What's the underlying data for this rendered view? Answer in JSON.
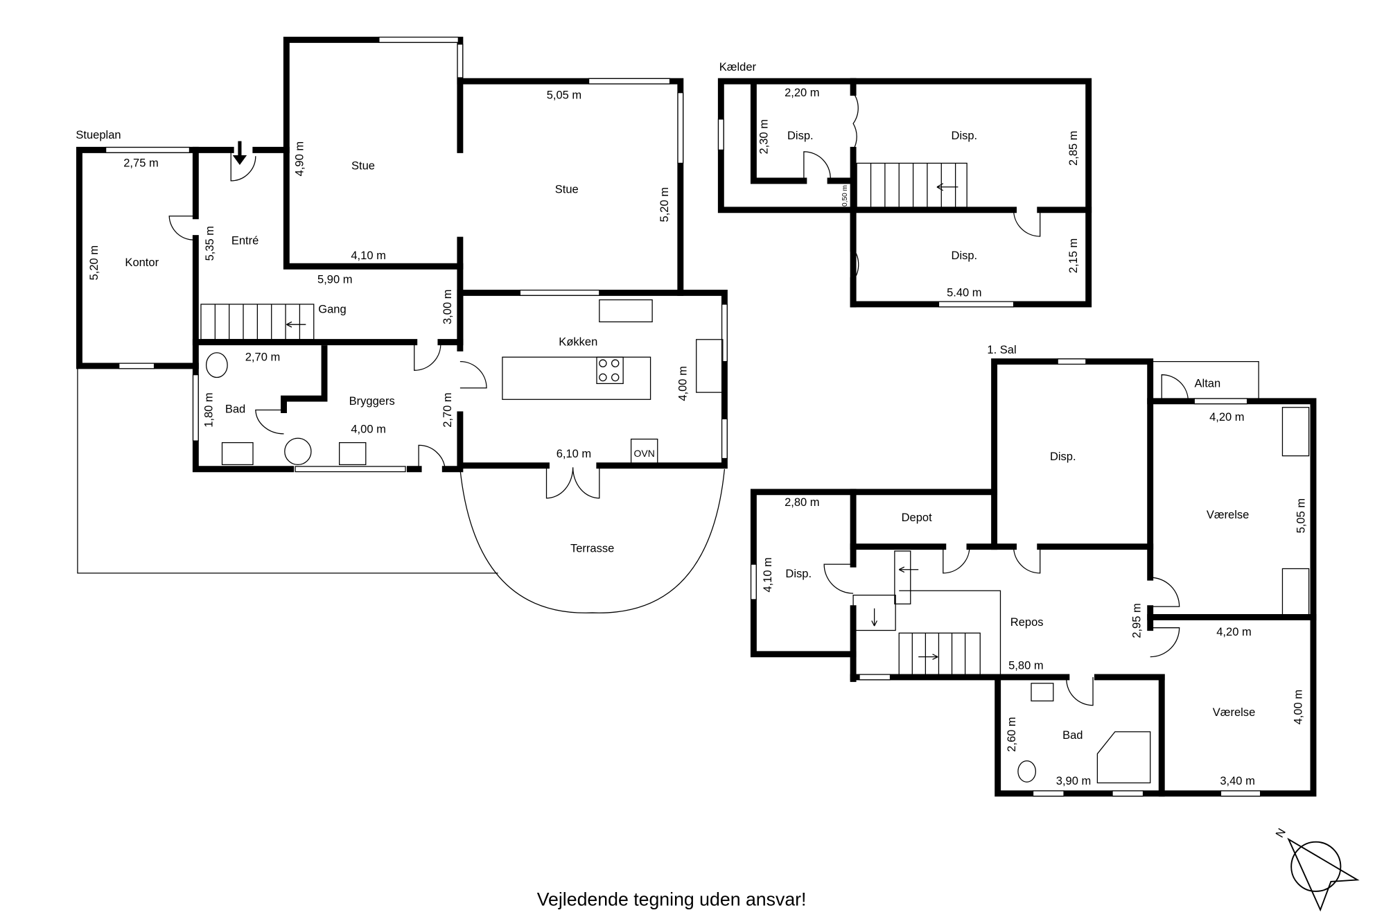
{
  "plans": {
    "stueplan": {
      "title": "Stueplan",
      "rooms": {
        "kontor": "Kontor",
        "entre": "Entré",
        "stue1": "Stue",
        "stue2": "Stue",
        "gang": "Gang",
        "bad": "Bad",
        "bryggers": "Bryggers",
        "kokken": "Køkken",
        "terrasse": "Terrasse",
        "ovn": "OVN"
      },
      "dims": {
        "kontor_w": "2,75 m",
        "kontor_h": "5,20 m",
        "entre_h": "5,35 m",
        "stue1_h": "4,90 m",
        "stue1_w": "4,10 m",
        "stue2_w": "5,05 m",
        "stue2_h": "5,20 m",
        "gang_w": "5,90 m",
        "gang_h": "3,00 m",
        "bad_w": "2,70 m",
        "bad_h": "1,80 m",
        "bryggers_w": "4,00 m",
        "bryggers_h": "2,70 m",
        "kokken_h": "4,00 m",
        "kokken_w": "6,10 m"
      }
    },
    "kaelder": {
      "title": "Kælder",
      "rooms": {
        "disp1": "Disp.",
        "disp2": "Disp.",
        "disp3": "Disp."
      },
      "dims": {
        "d1_w": "2,20 m",
        "d1_h": "2,30 m",
        "d2_h": "2,85 m",
        "d3_h": "2,15 m",
        "d3_w": "5.40 m",
        "gap": "0,50 m"
      }
    },
    "sal": {
      "title": "1. Sal",
      "rooms": {
        "disp_big": "Disp.",
        "disp_left": "Disp.",
        "depot": "Depot",
        "altan": "Altan",
        "vaerelse1": "Værelse",
        "vaerelse2": "Værelse",
        "repos": "Repos",
        "bad": "Bad"
      },
      "dims": {
        "dl_w": "2,80 m",
        "dl_h": "4,10 m",
        "v1_w": "4,20 m",
        "v1_h": "5,05 m",
        "v2_w": "4,20 m",
        "v2_h": "4,00 m",
        "v2_b": "3,40 m",
        "repos_h": "2,95 m",
        "repos_w": "5,80 m",
        "bad_h": "2,60 m",
        "bad_w": "3,90 m"
      }
    }
  },
  "compass": {
    "label": "N"
  },
  "footer": "Vejledende tegning uden ansvar!"
}
